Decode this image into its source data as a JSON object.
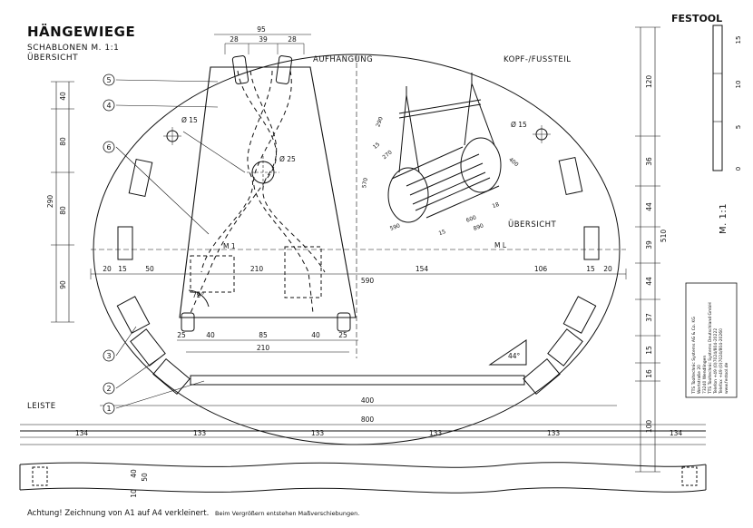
{
  "title": "HÄNGEWIEGE",
  "subtitle_line1": "SCHABLONEN  M. 1:1",
  "subtitle_line2": "ÜBERSICHT",
  "brand": "FESTOOL",
  "section_suspension": "AUFHÄNGUNG",
  "section_head_foot": "KOPF-/FUSSTEIL",
  "section_overview": "ÜBERSICHT",
  "section_strip": "LEISTE",
  "scale_vertical": "M. 1:1",
  "callouts": [
    "1",
    "2",
    "3",
    "4",
    "5",
    "6"
  ],
  "labels": {
    "hole_15_left": "Ø 15",
    "hole_15_right": "Ø 15",
    "hole_25": "Ø 25",
    "midline_left": "M 1",
    "midline_right": "M L",
    "angle_79": "79°",
    "angle_44": "44°"
  },
  "dims_top": [
    "95",
    "28",
    "39",
    "28"
  ],
  "dims_left": [
    "40",
    "80",
    "80",
    "90",
    "290"
  ],
  "dims_horizontal_row": [
    "20",
    "15",
    "50",
    "210",
    "154",
    "106",
    "15",
    "20"
  ],
  "dim_590": "590",
  "dims_bottom_trap": [
    "25",
    "40",
    "85",
    "40",
    "25"
  ],
  "dim_210_bottom": "210",
  "dim_400": "400",
  "dim_800": "800",
  "dims_strip": [
    "134",
    "133",
    "133",
    "133",
    "133",
    "134"
  ],
  "dims_strip_left": [
    "40",
    "50",
    "10"
  ],
  "dims_right": [
    "120",
    "36",
    "44",
    "39",
    "44",
    "37",
    "15",
    "16",
    "510",
    "100"
  ],
  "dims_iso": [
    "290",
    "270",
    "570",
    "400",
    "600",
    "890",
    "590",
    "15",
    "18",
    "15"
  ],
  "ruler_ticks": [
    "15",
    "10",
    "5",
    "0"
  ],
  "footer_bold": "Achtung! Zeichnung von A1 auf A4 verkleinert.",
  "footer_normal": "Beim Vergrößern entstehen Maßverschiebungen.",
  "info_box_lines": [
    "TTS Tooltechnic Systems AG & Co. KG",
    "Wertstraße 20",
    "73240 Wendlingen",
    "TTS Tooltechnic Systems Deutschland GmbH",
    "Telefon +49 (0)7024/804-20222",
    "Telefax +49 (0)7024/804-20260",
    "www.festool.de"
  ]
}
